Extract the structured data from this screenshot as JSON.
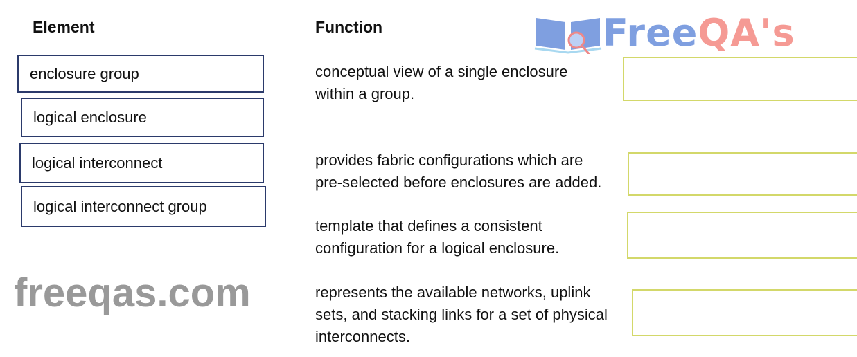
{
  "headers": {
    "element": "Element",
    "function": "Function"
  },
  "elements": [
    "enclosure group",
    "logical enclosure",
    "logical interconnect",
    "logical interconnect group"
  ],
  "functions": [
    [
      "conceptual view of a single enclosure",
      "within  a  group."
    ],
    [
      "provides fabric configurations which are",
      "pre-selected before enclosures are added."
    ],
    [
      "template that defines a consistent",
      "configuration for a logical enclosure."
    ],
    [
      "represents the available networks, uplink",
      "sets, and stacking links for a set of physical",
      "interconnects."
    ]
  ],
  "watermark": "freeqas.com",
  "logo": {
    "part1": "Free",
    "part2": "QA's",
    "color1": "#7f9fe0",
    "color2": "#f59a94"
  }
}
